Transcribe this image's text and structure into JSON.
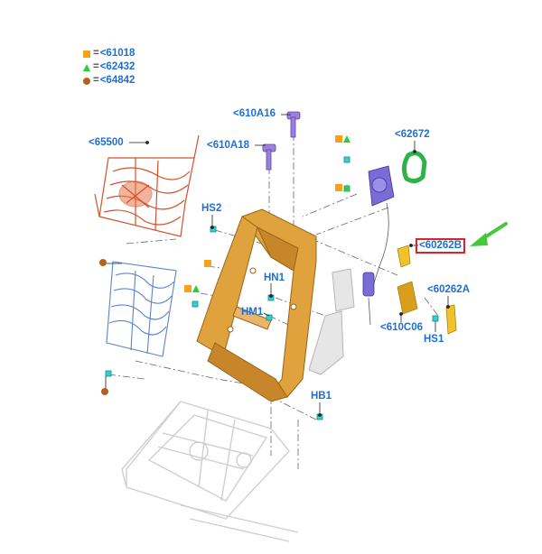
{
  "legend": [
    {
      "symbol": "square-icon",
      "color": "#f7a21b",
      "label": "<61018"
    },
    {
      "symbol": "triangle-icon",
      "color": "#2ccf3a",
      "label": "<62432"
    },
    {
      "symbol": "circle-icon",
      "color": "#b3621e",
      "label": "<64842"
    }
  ],
  "equals": "=",
  "parts": {
    "p610A16": "<610A16",
    "p610A18": "<610A18",
    "p65500": "<65500",
    "p62672": "<62672",
    "hs2": "HS2",
    "hn1": "HN1",
    "hm1": "HM1",
    "p60262B": "<60262B",
    "p60262A": "<60262A",
    "p610C06": "<610C06",
    "hs1": "HS1",
    "hb1": "HB1"
  },
  "highlight": {
    "label": "<60262B",
    "box_color": "#e0212b",
    "arrow_color": "#43c93b"
  },
  "colors": {
    "label_blue": "#1f6fd1",
    "frame_orange": "#d99a2b",
    "spring_red": "#d4512a",
    "spring_blue": "#5a86c9",
    "bolt_purple": "#8a6fd1",
    "clip_cyan": "#2ec9c9",
    "base_grey": "#c9c9c9"
  }
}
